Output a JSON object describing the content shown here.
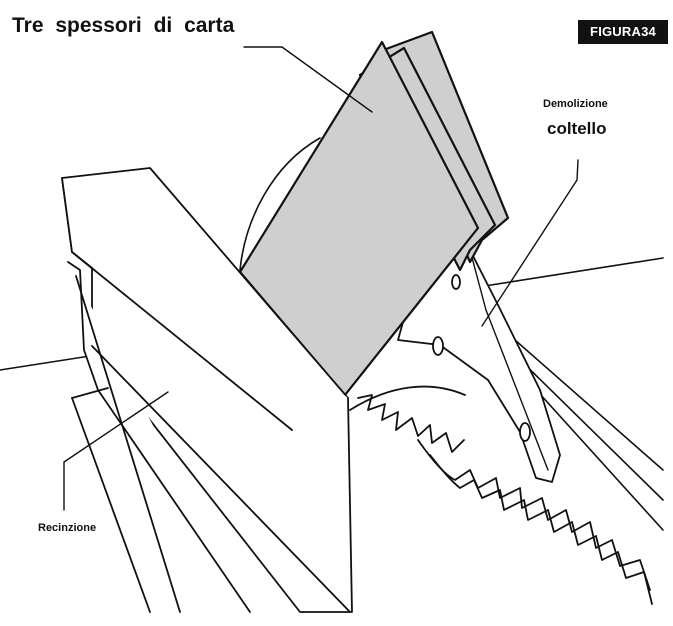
{
  "labels": {
    "title": "Tre spessori di carta",
    "figure_badge": "FIGURA34",
    "knife_line1": "Demolizione",
    "knife_line2": "coltello",
    "fence": "Recinzione"
  },
  "colors": {
    "paper_fill": "#cfcfcf",
    "outline": "#111111",
    "background": "#ffffff"
  }
}
